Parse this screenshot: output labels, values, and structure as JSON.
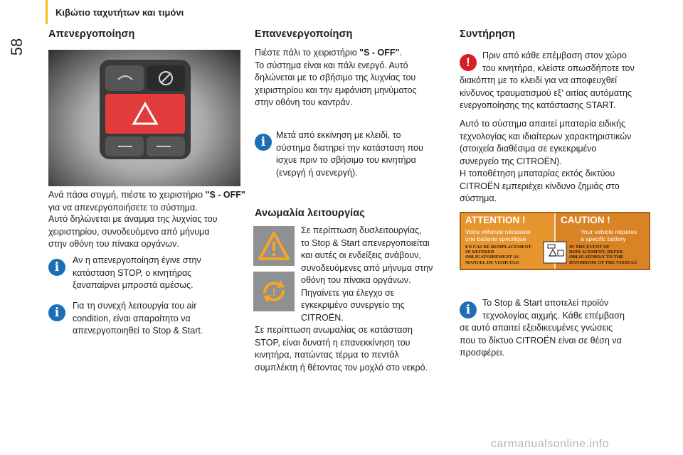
{
  "page": {
    "number": "58",
    "section": "Κιβώτιο ταχυτήτων και τιμόνι",
    "accent_color": "#f0c419"
  },
  "col1": {
    "title": "Απενεργοποίηση",
    "caption_bold_lead": "Ανά πάσα στιγμή, πιέστε το χειριστήριο ",
    "caption_bold_key": "\"S - OFF\"",
    "caption_line2": "για να απενεργοποιήσετε το σύστημα.",
    "body": [
      "Αυτό δηλώνεται με άναμμα της λυχνίας του",
      "χειριστηρίου, συνοδευόμενο από μήνυμα",
      "στην οθόνη του πίνακα οργάνων."
    ],
    "info1": [
      "Αν η απενεργοποίηση έγινε στην",
      "κατάσταση STOP, ο κινητήρας",
      "ξαναπαίρνει μπροστά αμέσως."
    ],
    "info2": [
      "Για τη συνεχή λειτουργία του air",
      "condition, είναι απαραίτητο να",
      "απενεργοποιηθεί το Stop & Start."
    ]
  },
  "col2": {
    "title": "Επανενεργοποίηση",
    "line1_lead": "Πιέστε πάλι το χειριστήριο ",
    "line1_key": "\"S - OFF\"",
    "line1_tail": ".",
    "body": [
      "Το σύστημα είναι και πάλι ενεργό. Αυτό",
      "δηλώνεται με το σβήσιμο της λυχνίας του",
      "χειριστηρίου και την εμφάνιση μηνύματος",
      "στην οθόνη του καντράν."
    ],
    "info": [
      "Μετά από εκκίνηση με κλειδί, το",
      "σύστημα διατηρεί την κατάσταση που",
      "ίσχυε πριν το σβήσιμο του κινητήρα",
      "(ενεργή ή ανενεργή)."
    ],
    "title2": "Ανωμαλία λειτουργίας",
    "fault_body": [
      "Σε περίπτωση δυσλειτουργίας,",
      "το Stop & Start απενεργοποιείται",
      "και αυτές οι ενδείξεις ανάβουν,",
      "συνοδευόμενες από μήνυμα στην",
      "οθόνη του πίνακα οργάνων.",
      "Πηγαίνετε για έλεγχο σε",
      "εγκεκριμένο συνεργείο της",
      "CITROËN."
    ],
    "fault_tail": [
      "Σε περίπτωση ανωμαλίας σε κατάσταση",
      "STOP, είναι δυνατή η επανεκκίνηση του",
      "κινητήρα, πατώντας τέρμα το πεντάλ",
      "συμπλέκτη ή θέτοντας τον μοχλό στο νεκρό."
    ]
  },
  "col3": {
    "title": "Συντήρηση",
    "warn": [
      "Πριν από κάθε επέμβαση στον χώρο",
      "του κινητήρα, κλείστε οπωσδήποτε τον",
      "διακόπτη με το κλειδί για να αποφευχθεί",
      "κίνδυνος τραυματισμού εξ' αιτίας αυτόματης",
      "ενεργοποίησης της κατάστασης START."
    ],
    "body": [
      "Αυτό το σύστημα απαιτεί μπαταρία ειδικής",
      "τεχνολογίας και ιδιαίτερων χαρακτηριστικών",
      "(στοιχεία διαθέσιμα σε εγκεκριμένο",
      "συνεργείο της CITROËN).",
      "Η τοποθέτηση μπαταρίας εκτός δικτύου",
      "CITROËN εμπεριέχει κίνδυνο ζημιάς στο",
      "σύστημα."
    ],
    "label": {
      "attention": "ATTENTION !",
      "caution": "CAUTION !",
      "fr_line1": "Votre   véhicule   nécessite",
      "fr_line2": "une batterie spécifique",
      "en_line1": "Your vehicle requires",
      "en_line2": "a specific battery",
      "fr_small": [
        "EN CAS DE REMPLACEMENT,",
        "SE REFERER",
        "OBLIGATOIREMENT AU",
        "MANUEL DU VEHICULE"
      ],
      "en_small": [
        "IN THE EVENT OF",
        "REPLACEMENT, REFER",
        "OBLIGATORILY TO THE",
        "HANDBOOK OF THE VEHICLE"
      ]
    },
    "info": [
      "To Stop & Start αποτελεί προϊόν",
      "τεχνολογίας αιχμής. Κάθε επέμβαση",
      "σε αυτό απαιτεί εξειδικευμένες γνώσεις",
      "που το δίκτυο CITROËN είναι σε θέση να",
      "προσφέρει."
    ]
  },
  "icons": {
    "info": "i",
    "warn": "!"
  },
  "watermark": "carmanualsonline.info"
}
